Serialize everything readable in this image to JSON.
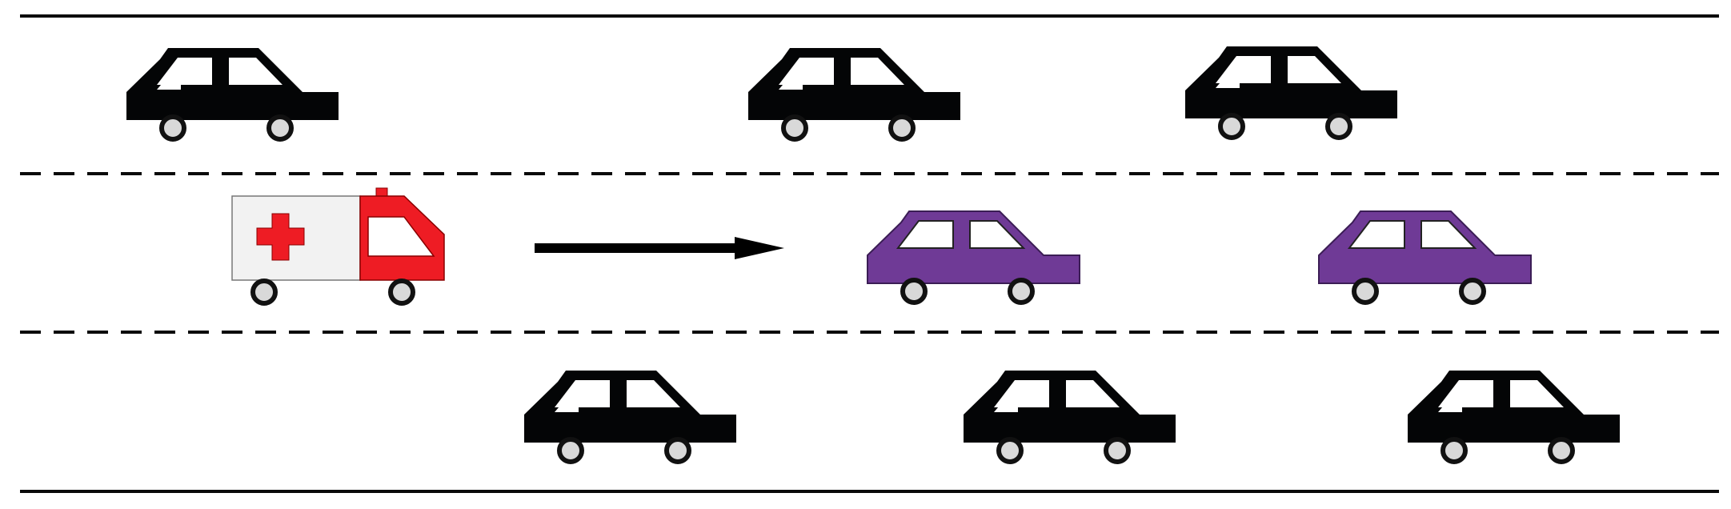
{
  "colors": {
    "background": "#ffffff",
    "road_line": "#0a0a0a",
    "car_body": "#040506",
    "car_window": "#ffffff",
    "wheel_fill": "#d9d9d9",
    "wheel_stroke": "#111111",
    "highlight_car": "#6f3a96",
    "ambulance_box": "#f2f2f2",
    "ambulance_cab": "#ee1c24",
    "ambulance_cross": "#ee1c24",
    "arrow": "#000000"
  },
  "icons": {
    "car": "car-icon",
    "ambulance": "ambulance-icon",
    "arrow": "right-arrow-icon"
  },
  "lanes": [
    {
      "name": "top-lane",
      "vehicles": [
        "car",
        "car",
        "car"
      ]
    },
    {
      "name": "middle-lane",
      "vehicles": [
        "ambulance",
        "arrow",
        "car",
        "car"
      ]
    },
    {
      "name": "bottom-lane",
      "vehicles": [
        "car",
        "car",
        "car"
      ]
    }
  ]
}
